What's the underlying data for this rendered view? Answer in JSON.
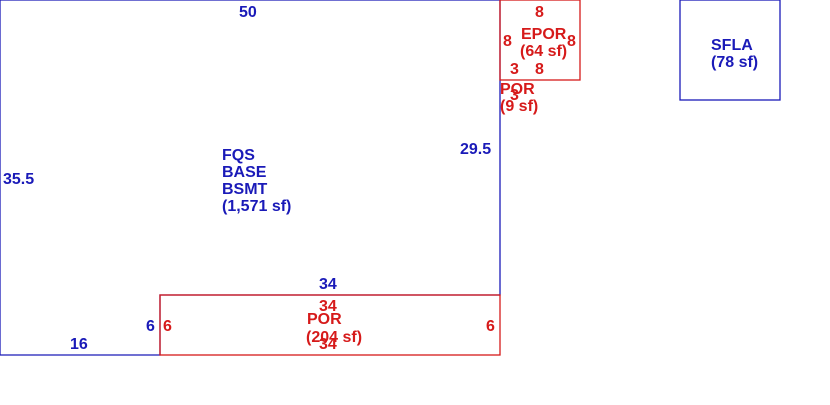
{
  "base": {
    "name_lines": [
      "FQS",
      "BASE",
      "BSMT"
    ],
    "area": "(1,571 sf)",
    "dims": {
      "top": "50",
      "left": "35.5",
      "right": "29.5",
      "bottom_right": "34",
      "notch_height": "6",
      "bottom_left": "16"
    },
    "color": "#1a1ab8"
  },
  "epor": {
    "name": "EPOR",
    "area": "(64 sf)",
    "dims": {
      "top": "8",
      "left": "8",
      "right": "8",
      "bottom": "8",
      "small": "3"
    },
    "color": "#d61a1a"
  },
  "small_por": {
    "name": "POR",
    "area": "(9 sf)",
    "dim": "3",
    "color": "#d61a1a"
  },
  "por": {
    "name": "POR",
    "area": "(204 sf)",
    "dims": {
      "top": "34",
      "bottom": "34",
      "left": "6",
      "right": "6"
    },
    "color": "#d61a1a"
  },
  "sfla": {
    "name": "SFLA",
    "area": "(78 sf)",
    "color": "#1a1ab8"
  }
}
